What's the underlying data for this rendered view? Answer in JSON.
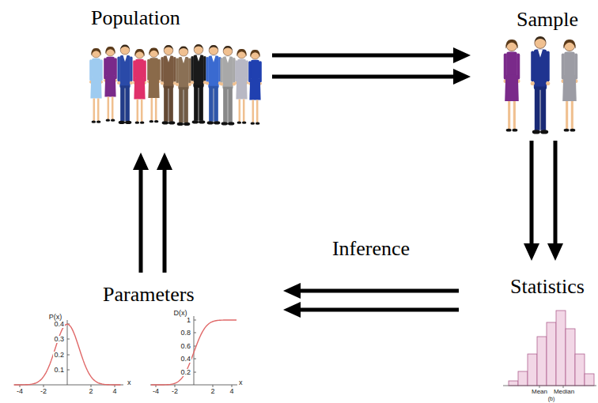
{
  "diagram": {
    "nodes": [
      {
        "text": [
          "Population"
        ]
      },
      {
        "text": [
          "Sample"
        ]
      },
      {
        "text": [
          "Statistics"
        ]
      },
      {
        "text": [
          "Parameters"
        ]
      }
    ],
    "edges": [
      {
        "from": 0,
        "to": 1,
        "arrow": "to"
      },
      {
        "from": 1,
        "to": 2,
        "arrow": "to"
      },
      {
        "from": 2,
        "to": 3,
        "label": "Inference",
        "arrow": "to"
      },
      {
        "from": 3,
        "to": 0,
        "arrow": "to"
      }
    ],
    "labels": [
      "P(x)",
      "0.4",
      "0.3",
      "0.2",
      "0.1",
      "-4",
      "-2",
      "2",
      "4",
      "x",
      "D(x)",
      "1",
      "0.8",
      "0.6",
      "0.4",
      "0.2",
      "-4",
      "-2",
      "2",
      "4",
      "x",
      "Mean",
      "Median",
      "(b)"
    ]
  }
}
